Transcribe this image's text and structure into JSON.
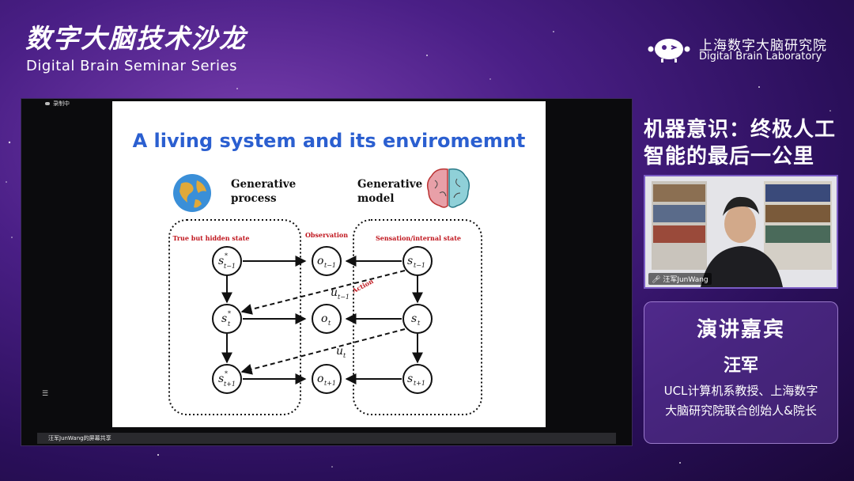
{
  "brand": {
    "title": "数字大脑技术沙龙",
    "subtitle": "Digital Brain Seminar Series"
  },
  "lab": {
    "name_cn": "上海数字大脑研究院",
    "name_en": "Digital Brain Laboratory"
  },
  "screen_share": {
    "recording_label": "录制中",
    "share_label": "汪军JunWang的屏幕共享"
  },
  "slide": {
    "title": "A living system and its enviromemnt",
    "left_heading": [
      "Generative",
      "process"
    ],
    "right_heading": [
      "Generative",
      "model"
    ],
    "section_labels": {
      "hidden_state": "True but hidden state",
      "observation": "Observation",
      "sensation": "Sensation/internal state",
      "action": "Action"
    }
  },
  "topic": {
    "line1": "机器意识：终极人工",
    "line2": "智能的最后一公里"
  },
  "speaker_video": {
    "name_label": "汪军JunWang"
  },
  "speaker_card": {
    "heading": "演讲嘉宾",
    "name": "汪军",
    "bio_line1": "UCL计算机系教授、上海数字",
    "bio_line2": "大脑研究院联合创始人&院长"
  },
  "colors": {
    "accent_blue": "#2b5fd0",
    "label_red": "#c0161e",
    "bg_purple": "#4a1f86"
  }
}
